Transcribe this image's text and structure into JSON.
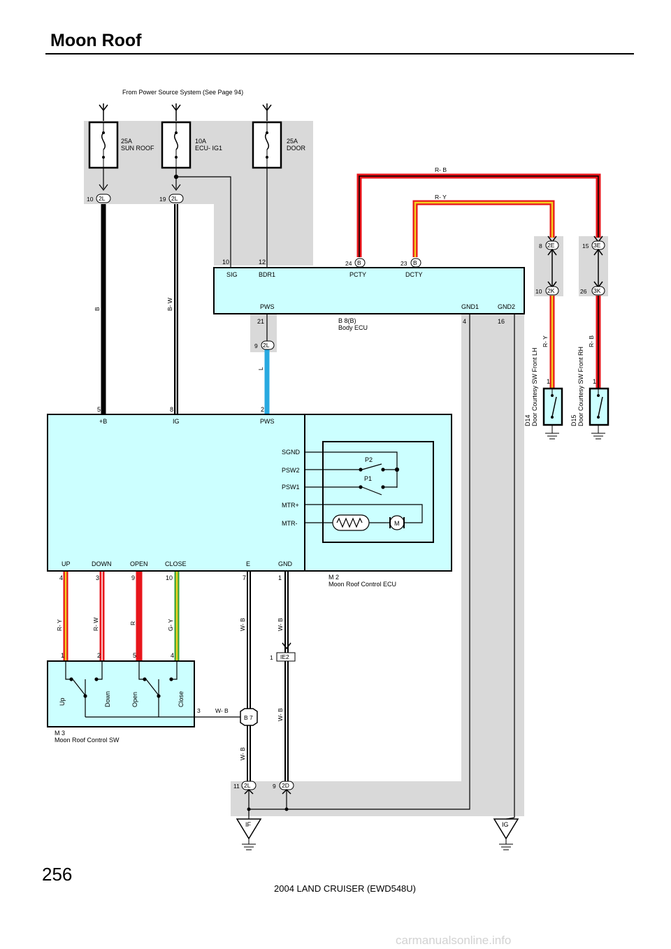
{
  "page": {
    "title": "Moon Roof",
    "page_number": "256",
    "footer": "2004 LAND CRUISER (EWD548U)",
    "watermark": "carmanualsonline.info"
  },
  "diagram": {
    "power_source_note": "From Power Source System (See Page 94)",
    "fuses": [
      {
        "rating": "25A",
        "name": "SUN ROOF"
      },
      {
        "rating": "10A",
        "name": "ECU- IG1"
      },
      {
        "rating": "25A",
        "name": "DOOR"
      }
    ],
    "connectors": [
      {
        "pin": "10",
        "id": "2L"
      },
      {
        "pin": "19",
        "id": "2L"
      },
      {
        "pin": "24",
        "id": "B"
      },
      {
        "pin": "23",
        "id": "B"
      },
      {
        "pin": "8",
        "id": "2E"
      },
      {
        "pin": "10",
        "id": "2K"
      },
      {
        "pin": "15",
        "id": "3E"
      },
      {
        "pin": "26",
        "id": "3K"
      },
      {
        "pin": "9",
        "id": "2L"
      },
      {
        "pin": "1",
        "id": "IE2"
      },
      {
        "pin": "3",
        "id": "B 7"
      },
      {
        "pin": "11",
        "id": "2L"
      },
      {
        "pin": "9",
        "id": "2D"
      }
    ],
    "grounds": [
      "IF",
      "IG"
    ],
    "body_ecu": {
      "ref": "B 8(B)",
      "name": "Body ECU",
      "terminals": [
        "SIG",
        "BDR1",
        "PCTY",
        "DCTY",
        "PWS",
        "GND1",
        "GND2"
      ],
      "pins": [
        "10",
        "12",
        "21",
        "4",
        "16"
      ]
    },
    "control_ecu": {
      "ref": "M 2",
      "name": "Moon Roof Control ECU",
      "top_terminals": [
        "+B",
        "IG",
        "PWS"
      ],
      "top_pins": [
        "5",
        "8",
        "2"
      ],
      "side_terminals": [
        "SGND",
        "PSW2",
        "PSW1",
        "MTR+",
        "MTR-"
      ],
      "switch_labels": [
        "P2",
        "P1"
      ],
      "motor": "M",
      "bottom_terminals": [
        "UP",
        "DOWN",
        "OPEN",
        "CLOSE",
        "E",
        "GND"
      ],
      "bottom_pins": [
        "4",
        "3",
        "9",
        "10",
        "7",
        "1"
      ]
    },
    "control_sw": {
      "ref": "M 3",
      "name": "Moon Roof Control SW",
      "pins": [
        "1",
        "2",
        "5",
        "4"
      ],
      "switches": [
        "Up",
        "Down",
        "Open",
        "Close"
      ]
    },
    "courtesy_switches": [
      {
        "ref": "D14",
        "name": "Door Courtesy SW Front LH",
        "pin": "1"
      },
      {
        "ref": "D15",
        "name": "Door Courtesy SW Front RH",
        "pin": "1"
      }
    ],
    "wire_labels": [
      "R- B",
      "R- Y",
      "B",
      "B- W",
      "L",
      "R- Y",
      "R- B",
      "R- Y",
      "R- W",
      "R",
      "G- Y",
      "W- B",
      "W- B",
      "W- B",
      "W- B",
      "W- B"
    ],
    "colors": {
      "panel": "#d9d9d9",
      "box": "#ccffff",
      "red": "#e8151b",
      "yellow": "#f3d21e",
      "blue": "#28a9e0",
      "green": "#3aa33a",
      "black": "#000000"
    }
  }
}
